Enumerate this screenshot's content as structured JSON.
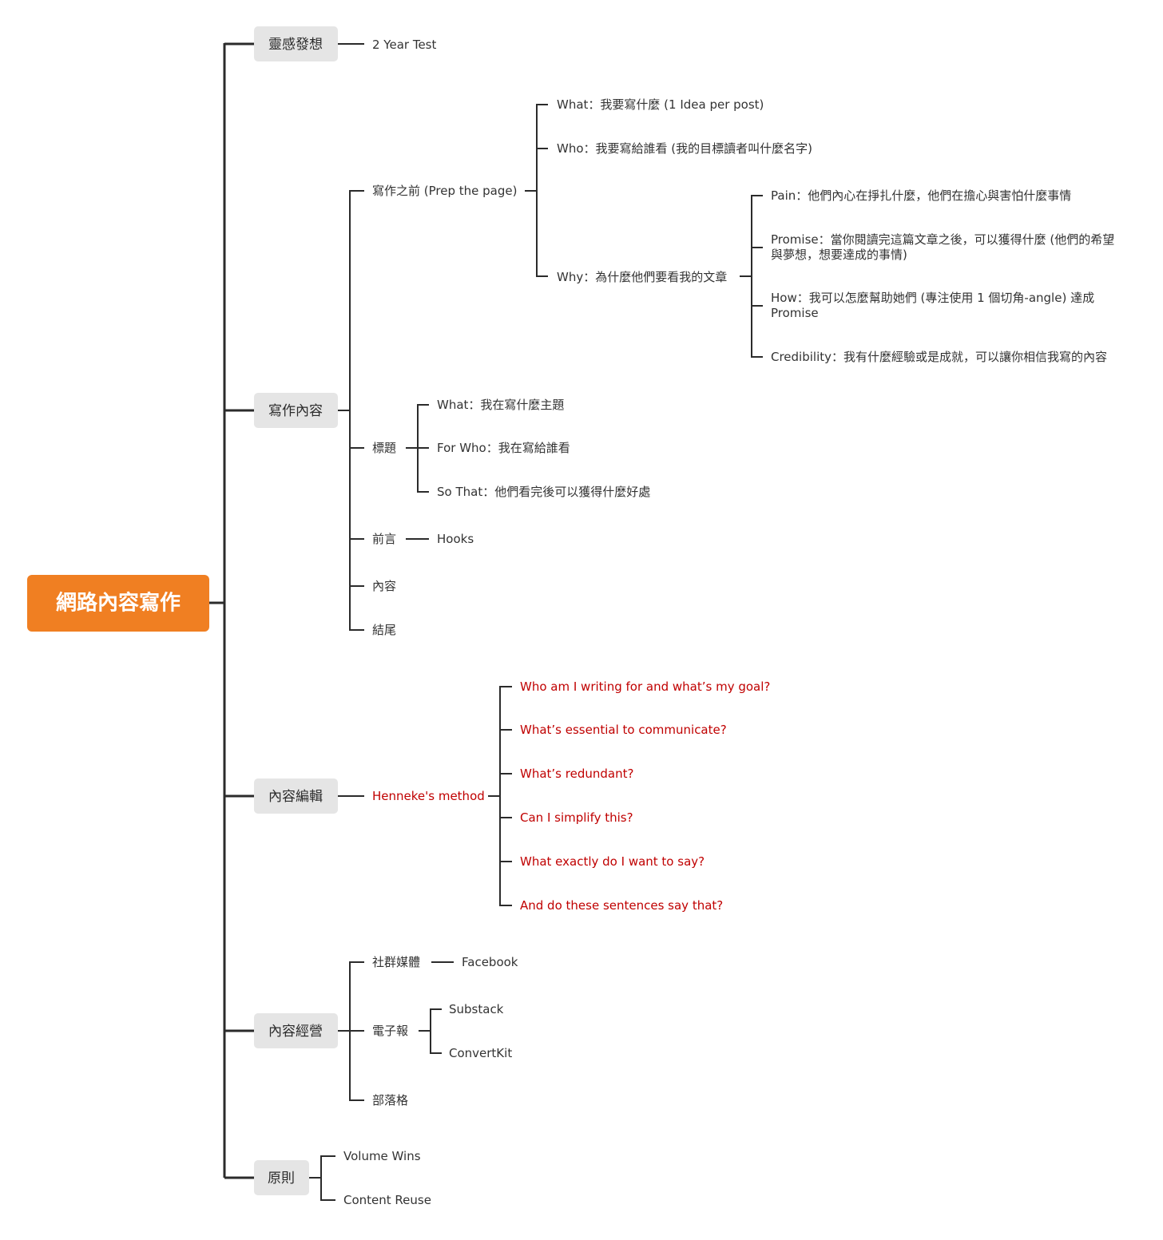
{
  "root": {
    "label": "網路內容寫作",
    "color": "#f07f22"
  },
  "branches": {
    "inspiration": {
      "label": "靈感發想",
      "child": "2 Year Test"
    },
    "writing": {
      "label": "寫作內容",
      "prep": {
        "label": "寫作之前 (Prep the page)",
        "what": "What：我要寫什麼 (1 Idea per post)",
        "who": "Who：我要寫給誰看 (我的目標讀者叫什麼名字)",
        "why": {
          "label": "Why：為什麼他們要看我的文章",
          "pain": "Pain：他們內心在掙扎什麼，他們在擔心與害怕什麼事情",
          "promise_1": "Promise：當你閱讀完這篇文章之後，可以獲得什麼 (他們的希望",
          "promise_2": "與夢想，想要達成的事情)",
          "how_1": "How：我可以怎麼幫助她們 (專注使用 1 個切角-angle) 達成",
          "how_2": "Promise",
          "credibility": "Credibility：我有什麼經驗或是成就，可以讓你相信我寫的內容"
        }
      },
      "title": {
        "label": "標題",
        "what": "What：我在寫什麼主題",
        "for_who": "For Who：我在寫給誰看",
        "so_that": "So That：他們看完後可以獲得什麼好處"
      },
      "intro": {
        "label": "前言",
        "child": "Hooks"
      },
      "body": "內容",
      "ending": "結尾"
    },
    "editing": {
      "label": "內容編輯",
      "method": {
        "label": "Henneke's method",
        "color": "#c00000",
        "questions": [
          "Who am I writing for and what’s my goal?",
          "What’s essential to communicate?",
          "What’s redundant?",
          "Can I simplify this?",
          "What exactly do I want to say?",
          "And do these sentences say that?"
        ]
      }
    },
    "operation": {
      "label": "內容經營",
      "social": {
        "label": "社群媒體",
        "child": "Facebook"
      },
      "newsletter": {
        "label": "電子報",
        "children": [
          "Substack",
          "ConvertKit"
        ]
      },
      "blog": "部落格"
    },
    "principles": {
      "label": "原則",
      "children": [
        "Volume Wins",
        "Content Reuse"
      ]
    }
  }
}
